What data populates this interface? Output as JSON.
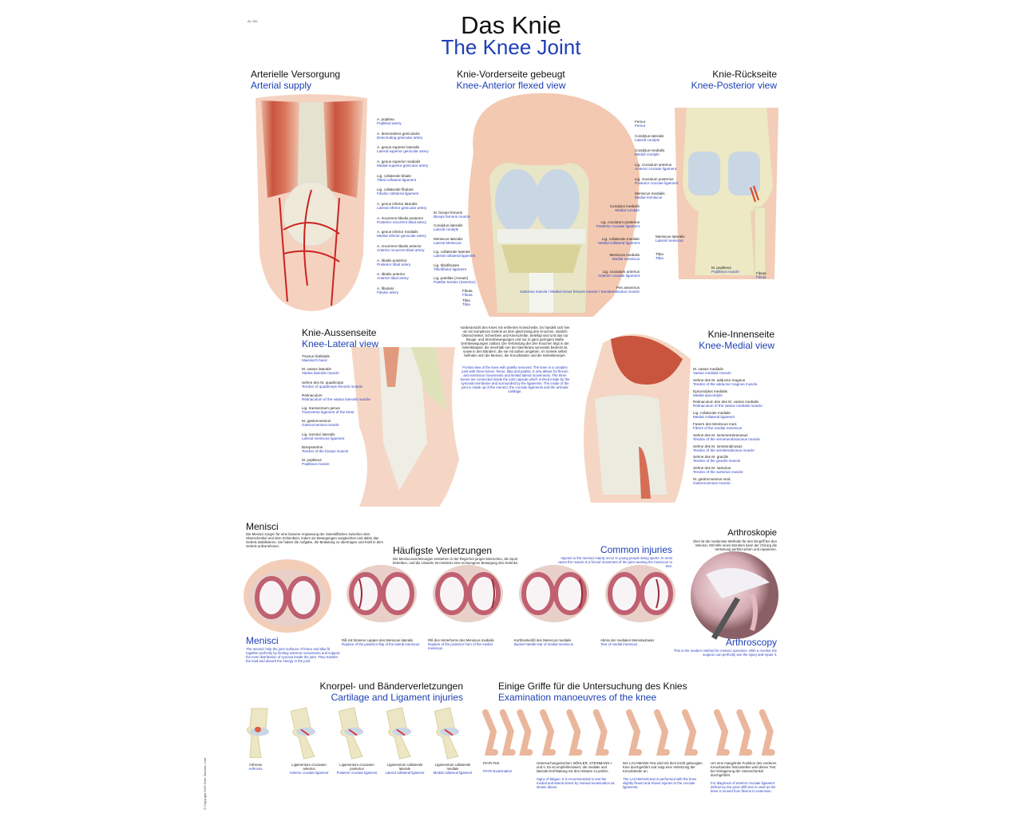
{
  "poster": {
    "code": "AL 100",
    "title_de": "Das Knie",
    "title_en": "The Knee Joint",
    "copyright": "© Copyright 2007 Erler Zimmer, Lauf"
  },
  "colors": {
    "accent": "#1d3fb5",
    "muscle": "#c9553f",
    "bone": "#ece9c4",
    "cartilage": "#c9d6e4",
    "skin": "#f3c9b2"
  },
  "arterial": {
    "title_de": "Arterielle Versorgung",
    "title_en": "Arterial supply",
    "labels": [
      {
        "de": "A. poplitea",
        "en": "Popliteal artery"
      },
      {
        "de": "A. descendens genicularis",
        "en": "Descending genicular artery"
      },
      {
        "de": "A. genus superior lateralis",
        "en": "Lateral superior genicular artery"
      },
      {
        "de": "A. genus superior medialis",
        "en": "Medial superior genicular artery"
      },
      {
        "de": "Lig. collaterale tibiale",
        "en": "Tibial collateral ligament"
      },
      {
        "de": "Lig. collaterale fibulare",
        "en": "Fibular collateral ligament"
      },
      {
        "de": "A. genus inferior lateralis",
        "en": "Lateral inferior genicular artery"
      },
      {
        "de": "A. recurrens tibialis posterior",
        "en": "Posterior recurrent tibial artery"
      },
      {
        "de": "A. genus inferior medialis",
        "en": "Medial inferior genicular artery"
      },
      {
        "de": "A. recurrens tibialis anterior",
        "en": "Anterior recurrent tibial artery"
      },
      {
        "de": "A. tibialis posterior",
        "en": "Posterior tibial artery"
      },
      {
        "de": "A. tibialis anterior",
        "en": "Anterior tibial artery"
      },
      {
        "de": "A. fibularis",
        "en": "Fibular artery"
      }
    ]
  },
  "anterior": {
    "title_de": "Knie-Vorderseite gebeugt",
    "title_en": "Knee-Anterior flexed view",
    "labels_left": [
      {
        "de": "M. biceps femoris",
        "en": "Biceps femoris muscle"
      },
      {
        "de": "Condylus lateralis",
        "en": "Lateral condyle"
      },
      {
        "de": "Meniscus lateralis",
        "en": "Lateral Meniscus"
      },
      {
        "de": "Lig. collaterale laterale",
        "en": "Lateral collateral ligament"
      },
      {
        "de": "Lig. tibiofibulare",
        "en": "Tibiofibular ligament"
      },
      {
        "de": "Lig. patellae (Ansatz)",
        "en": "Patellar tendon (insertion)"
      }
    ],
    "labels_bottom": [
      {
        "de": "Fibula",
        "en": "Fibula"
      },
      {
        "de": "Tibia",
        "en": "Tibia"
      }
    ],
    "labels_right": [
      {
        "de": "Condylus medialis",
        "en": "Medial condyle"
      },
      {
        "de": "Lig. cruciatum posterius",
        "en": "Posterior cruciate ligament"
      },
      {
        "de": "Lig. collaterale mediale",
        "en": "Medial collateral ligament"
      },
      {
        "de": "Meniscus medialis",
        "en": "Medial meniscus"
      },
      {
        "de": "Lig. cruciatum anterius",
        "en": "Anterior cruciate ligament"
      },
      {
        "de": "Pes anserinus",
        "en": "Sartorius muscle / Medial rectus femoris muscle / Semitendinosus muscle"
      }
    ]
  },
  "posterior": {
    "title_de": "Knie-Rückseite",
    "title_en": "Knee-Posterior view",
    "labels": [
      {
        "de": "Femur",
        "en": "Femur"
      },
      {
        "de": "Condylus lateralis",
        "en": "Lateral condyle"
      },
      {
        "de": "Condylus medialis",
        "en": "Medial condyle"
      },
      {
        "de": "Lig. cruciatum anterius",
        "en": "Anterior cruciate ligament"
      },
      {
        "de": "Lig. cruciatum posterius",
        "en": "Posterior cruciate ligament"
      },
      {
        "de": "Meniscus medialis",
        "en": "Medial meniscus"
      }
    ],
    "labels_low": [
      {
        "de": "Meniscus lateralis",
        "en": "Lateral meniscus"
      },
      {
        "de": "Tibia",
        "en": "Tibia"
      }
    ],
    "label_popliteus": {
      "de": "M. popliteus",
      "en": "Popliteus muscle"
    },
    "label_fibula": {
      "de": "Fibula",
      "en": "Fibula"
    }
  },
  "description": {
    "de": "Vorderansicht des Knies mit entfernter Kniescheibe. Es handelt sich hier um ein komplexes Gelenk an dem gleichzeitig drei Knochen, nämlich Oberschenkel, Schienbein und Kniescheibe, beteiligt sind und das nur Beuge- und Streckbewegungen und nur in ganz geringem Maße Drehbewegungen zulässt. Die Verbindung der drei Knochen liegt in der Gelenkkapsel, die innerhalb von der Membrana synovialis bedeckt ist, sowie in den Bändern, die sie mit außen umgeben. Im Gelenk selbst befinden sich die Menisci, die Kreuzbänder und die Gelenkknorpel.",
    "en": "Frontal view of the knee with patella removed. The knee is a complex joint with three bones: femur, tibia and patella. It only allows for flexion and extension movements and limited lateral movements. The three bones are connected inside the joint capsule which is lined inside by the synovial membrane and surrounded by the ligaments. The inside of the joint is made up of the menisci, the cruciate ligaments and the articular cartilage."
  },
  "lateral": {
    "title_de": "Knie-Aussenseite",
    "title_en": "Knee-Lateral view",
    "labels": [
      {
        "de": "Tractus iliotibialis",
        "en": "Maissiat's band"
      },
      {
        "de": "M. vastus lateralis",
        "en": "Vastus lateralis muscle"
      },
      {
        "de": "Sehne des M. quadriceps",
        "en": "Tendon of quadriceps femoris muscle"
      },
      {
        "de": "Retinaculum",
        "en": "Retinaculum of the vastus lateralis muscle"
      },
      {
        "de": "Lig. transversum genus",
        "en": "Transverse ligament of the knee"
      },
      {
        "de": "M. gastrocnemius",
        "en": "Gastrocnemius muscle"
      },
      {
        "de": "Lig. menisci lateralis",
        "en": "Lateral meniscus ligament"
      },
      {
        "de": "Bizepssehne",
        "en": "Tendon of the biceps muscle"
      },
      {
        "de": "M. popliteus",
        "en": "Popliteus muscle"
      }
    ]
  },
  "medial": {
    "title_de": "Knie-Innenseite",
    "title_en": "Knee-Medial view",
    "labels": [
      {
        "de": "M. vastus medialis",
        "en": "Vastus medialis muscle"
      },
      {
        "de": "Sehne des M. adductor magnus",
        "en": "Tendon of the adductor magnus muscle"
      },
      {
        "de": "Epicondylus medialis",
        "en": "Medial epicondyle"
      },
      {
        "de": "Retinaculum des des M. vastus medialis",
        "en": "Retinaculum of the vastus medialis muscle"
      },
      {
        "de": "Lig. collaterale mediale",
        "en": "Medial collateral ligament"
      },
      {
        "de": "Fasern des Meniscus med.",
        "en": "Fibres of the medial meniscus"
      },
      {
        "de": "Sehne des M. semimembranosus",
        "en": "Tendon of the semimembranosus muscle"
      },
      {
        "de": "Sehne des M. semitendinosus",
        "en": "Tendon of the semitendinosus muscle"
      },
      {
        "de": "Sehne des M. gracilis",
        "en": "Tendon of the gracilis muscle"
      },
      {
        "de": "Sehne des M. sartorius",
        "en": "Tendon of the sartorius muscle"
      },
      {
        "de": "M. gastrocnemius med.",
        "en": "Gastrocnemius muscle"
      }
    ]
  },
  "menisci": {
    "title_de": "Menisci",
    "title_en": "Menisci",
    "text_de": "Die Menisci sorgen für eine bessere Anpassung der Gelenkflächen zwischen dem Oberschenkel und dem Schienbein, indem sie Bewegungen ausgleichen und dabei das Gelenk stabilisieren. Sie haben die Aufgabe, die Belastung zu übertragen und Kraft in dem Gelenk aufzunehmen.",
    "text_en": "The menisci help the joint surfaces of femur and tibia fit together perfectly by limiting extreme movements and support the even distribution of synovia inside the joint. They transfer the load and absorb the energy in the joint."
  },
  "injuries": {
    "title_de": "Häufigste Verletzungen",
    "title_en": "Common injuries",
    "text_de": "Die Meniscusverletzungen entstehen in der Regel bei jungen Menschen, die Sport betreiben, und die Ursache ist meistens eine erzwungene Bewegung des Gelenks.",
    "text_en": "Injuries to the menisci mainly occur in young people doing sports. In most cases the reason is a forced movement of the joint causing the meniscus to tear.",
    "items": [
      {
        "de": "Riß mit hinteren Lappen des Meniscus lateralis",
        "en": "Rupture of the posterior flap of the lateral meniscus"
      },
      {
        "de": "Riß des Hinterhorns des Meniscus medialis",
        "en": "Rupture of the posterior horn of the medial meniscus"
      },
      {
        "de": "Korbhenkelriß des Meniscus medialis",
        "en": "Bucket handle tear of medial meniscus"
      },
      {
        "de": "Abriss der medialen Meniskusbasis",
        "en": "Tear of medial meniscus"
      }
    ]
  },
  "arthroscopy": {
    "title_de": "Arthroskopie",
    "title_en": "Arthroscopy",
    "text_de": "Dies ist die modernste Methode für den Eingriff bei den Menisci. Mit Hilfe eines Monitors kann der Chirurg die Verletzung perfekt sehen und reparieren.",
    "text_en": "This is the modern method for menisci operation. With a monitor the surgeon can perfectly see the injury and repair it."
  },
  "cartilage": {
    "title_de": "Knorpel- und Bänderverletzungen",
    "title_en": "Cartilage and Ligament injuries",
    "items": [
      {
        "de": "Arthrose",
        "en": "Arthrosis"
      },
      {
        "de": "Ligamentum cruciatum anterius",
        "en": "Anterior cruciate ligament"
      },
      {
        "de": "Ligamentum cruciatum posterius",
        "en": "Posterior cruciate ligament"
      },
      {
        "de": "Ligamentum collaterale laterale",
        "en": "Lateral collateral ligament"
      },
      {
        "de": "Ligamentum collaterale mediale",
        "en": "Medial collateral ligament"
      }
    ]
  },
  "exams": {
    "title_de": "Einige Griffe für die Untersuchung des Knies",
    "title_en": "Examination manoeuvres of the knee",
    "items": [
      {
        "de": "PAYR-Test",
        "en": "PAYR-Examination"
      },
      {
        "de": "Untersuchungszeichen: BÖHLER, STEINMANN I und II. Es ist empfehlenswert, die mediale und laterale Drehhaltung mit den Händen zu prüfen.",
        "en": "Signs of fatigue: It is recommended to test the medial and lateral stress by manual examination as shown above."
      },
      {
        "de": "Der LACHMANN-Test wird mit dem leicht gebeugten Knie durchgeführt und zeigt eine Verletzung der Kreuzbänder an.",
        "en": "The LACHMANN test is performed with the knee slightly flexed and shows injuries to the cruciate ligaments."
      },
      {
        "de": "Um eine mangelnde Funktion des vorderen Kreuzbandes festzustellen wird dieser Test bei Verlagerung der Unterschenkel durchgeführt.",
        "en": "For diagnosis of anterior cruciate ligament deficiency the pivot shift test is used as the knee is moved from flexion to extension."
      }
    ]
  }
}
